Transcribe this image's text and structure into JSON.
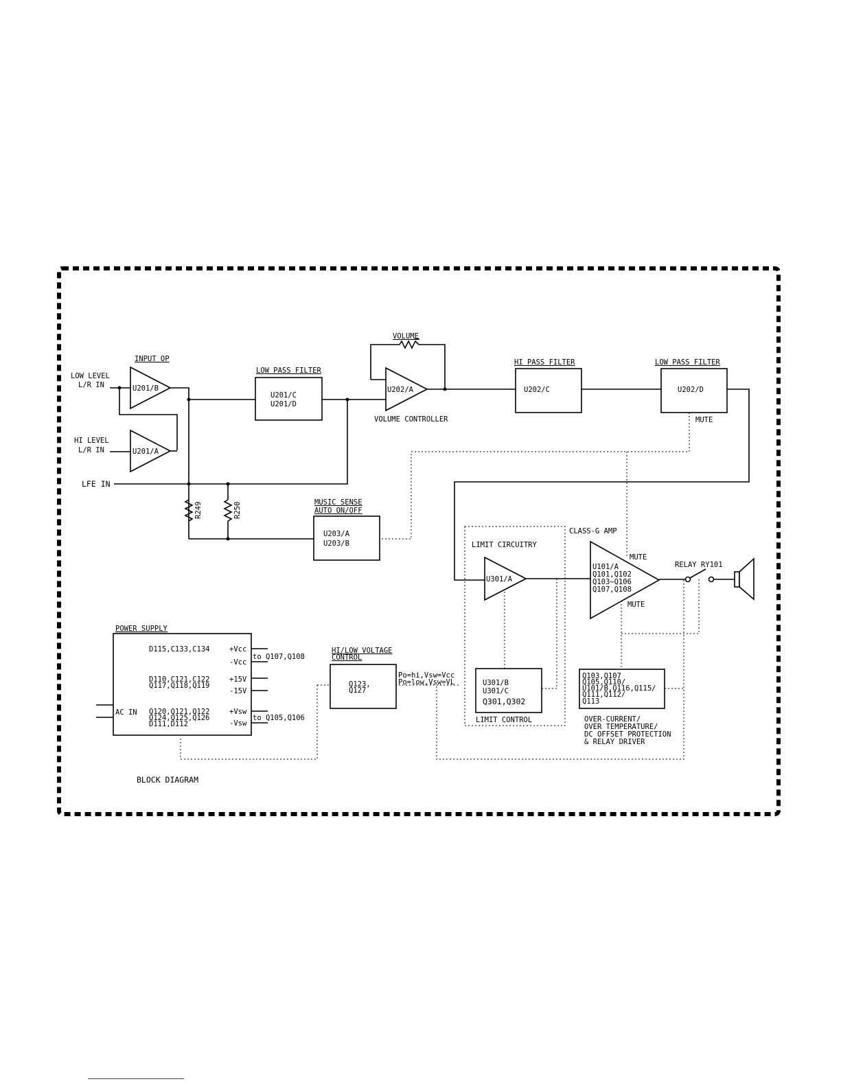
{
  "labels": {
    "low_level_in": [
      "LOW LEVEL",
      "L/R IN"
    ],
    "hi_level_in": [
      "HI LEVEL",
      "L/R IN"
    ],
    "lfe_in": "LFE IN",
    "input_op": "INPUT OP",
    "u201b": "U201/B",
    "u201a": "U201/A",
    "lpf1_title": "LOW PASS FILTER",
    "lpf1_body": [
      "U201/C",
      "U201/D"
    ],
    "volume": "VOLUME",
    "u202a": "U202/A",
    "volume_controller": "VOLUME CONTROLLER",
    "hpf_title": "HI PASS FILTER",
    "hpf_body": "U202/C",
    "lpf2_title": "LOW PASS FILTER",
    "lpf2_body": "U202/D",
    "mute": "MUTE",
    "r249": "R249",
    "r250": "R250",
    "music_sense_title": [
      "MUSIC SENSE",
      "AUTO ON/OFF"
    ],
    "music_sense_body": [
      "U203/A",
      "U203/B"
    ],
    "class_g_amp": "CLASS-G AMP",
    "limit_circuitry": "LIMIT CIRCUITRY",
    "u301a": "U301/A",
    "amp_body": [
      "U101/A",
      "Q101,Q102",
      "Q103~Q106",
      "Q107,Q108"
    ],
    "relay": "RELAY RY101",
    "power_supply_title": "POWER SUPPLY",
    "ps_row1": "D115,C133,C134",
    "ps_row2": [
      "D110,C121,C122",
      "Q117,Q118,Q119"
    ],
    "ps_row3": [
      "Q120,Q121,Q122",
      "Q124,Q125,Q126",
      "D111,D112"
    ],
    "ac_in": "AC IN",
    "rails": [
      "+Vcc",
      "-Vcc",
      "+15V",
      "-15V",
      "+Vsw",
      "-Vsw"
    ],
    "to_q107": "to Q107,Q108",
    "to_q105": "to Q105,Q106",
    "hv_title": [
      "HI/LOW VOLTAGE",
      "CONTROL"
    ],
    "hv_body": [
      "Q123,",
      "Q127"
    ],
    "po_hi": "Po=hi,Vsw=Vcc",
    "po_low": "Po=low,Vsw=VL",
    "lc_body": [
      "U301/B",
      "U301/C"
    ],
    "lc_body_big": "Q301,Q302",
    "limit_control": "LIMIT CONTROL",
    "prot_body": [
      "Q103,Q107",
      "Q105,Q110/",
      "U101/B,Q116,Q115/",
      "Q111,Q112/",
      "Q113"
    ],
    "prot_title": [
      "OVER-CURRENT/",
      "OVER TEMPERATURE/",
      "DC OFFSET PROTECTION",
      "& RELAY DRIVER"
    ],
    "caption": "BLOCK DIAGRAM"
  }
}
